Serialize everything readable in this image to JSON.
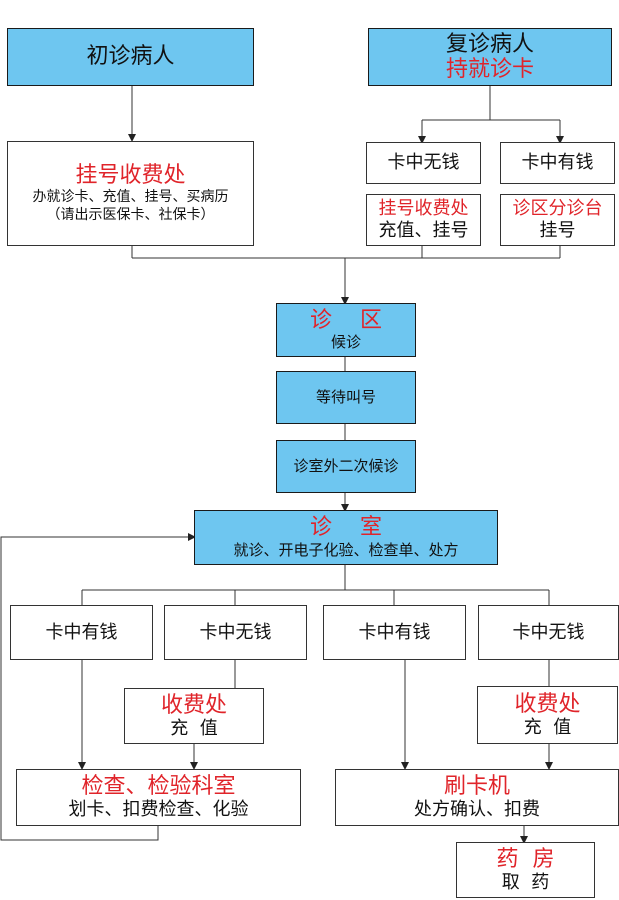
{
  "colors": {
    "box_blue": "#6ec6f0",
    "red_text": "#e0242a",
    "line": "#333333"
  },
  "first_visit": {
    "title": "初诊病人"
  },
  "return_visit": {
    "title": "复诊病人",
    "subtitle": "持就诊卡"
  },
  "reg_fee": {
    "title": "挂号收费处",
    "desc": "办就诊卡、充值、挂号、买病历",
    "note": "（请出示医保卡、社保卡）"
  },
  "card_no_money_top": {
    "label": "卡中无钱"
  },
  "card_has_money_top": {
    "label": "卡中有钱"
  },
  "reg_fee_small": {
    "title": "挂号收费处",
    "desc": "充值、挂号"
  },
  "triage_desk": {
    "title": "诊区分诊台",
    "desc": "挂号"
  },
  "clinic_area": {
    "title": "诊    区",
    "desc": "候诊"
  },
  "wait_call": {
    "label": "等待叫号"
  },
  "second_wait": {
    "label": "诊室外二次候诊"
  },
  "consult_room": {
    "title": "诊    室",
    "desc": "就诊、开电子化验、检查单、处方"
  },
  "bottom_cards": [
    {
      "label": "卡中有钱"
    },
    {
      "label": "卡中无钱"
    },
    {
      "label": "卡中有钱"
    },
    {
      "label": "卡中无钱"
    }
  ],
  "cashier_left": {
    "title": "收费处",
    "desc": "充  值"
  },
  "cashier_right": {
    "title": "收费处",
    "desc": "充  值"
  },
  "exam_dept": {
    "title": "检查、检验科室",
    "desc": "划卡、扣费检查、化验"
  },
  "card_machine": {
    "title": "刷卡机",
    "desc": "处方确认、扣费"
  },
  "pharmacy": {
    "title": "药  房",
    "desc": "取  药"
  }
}
